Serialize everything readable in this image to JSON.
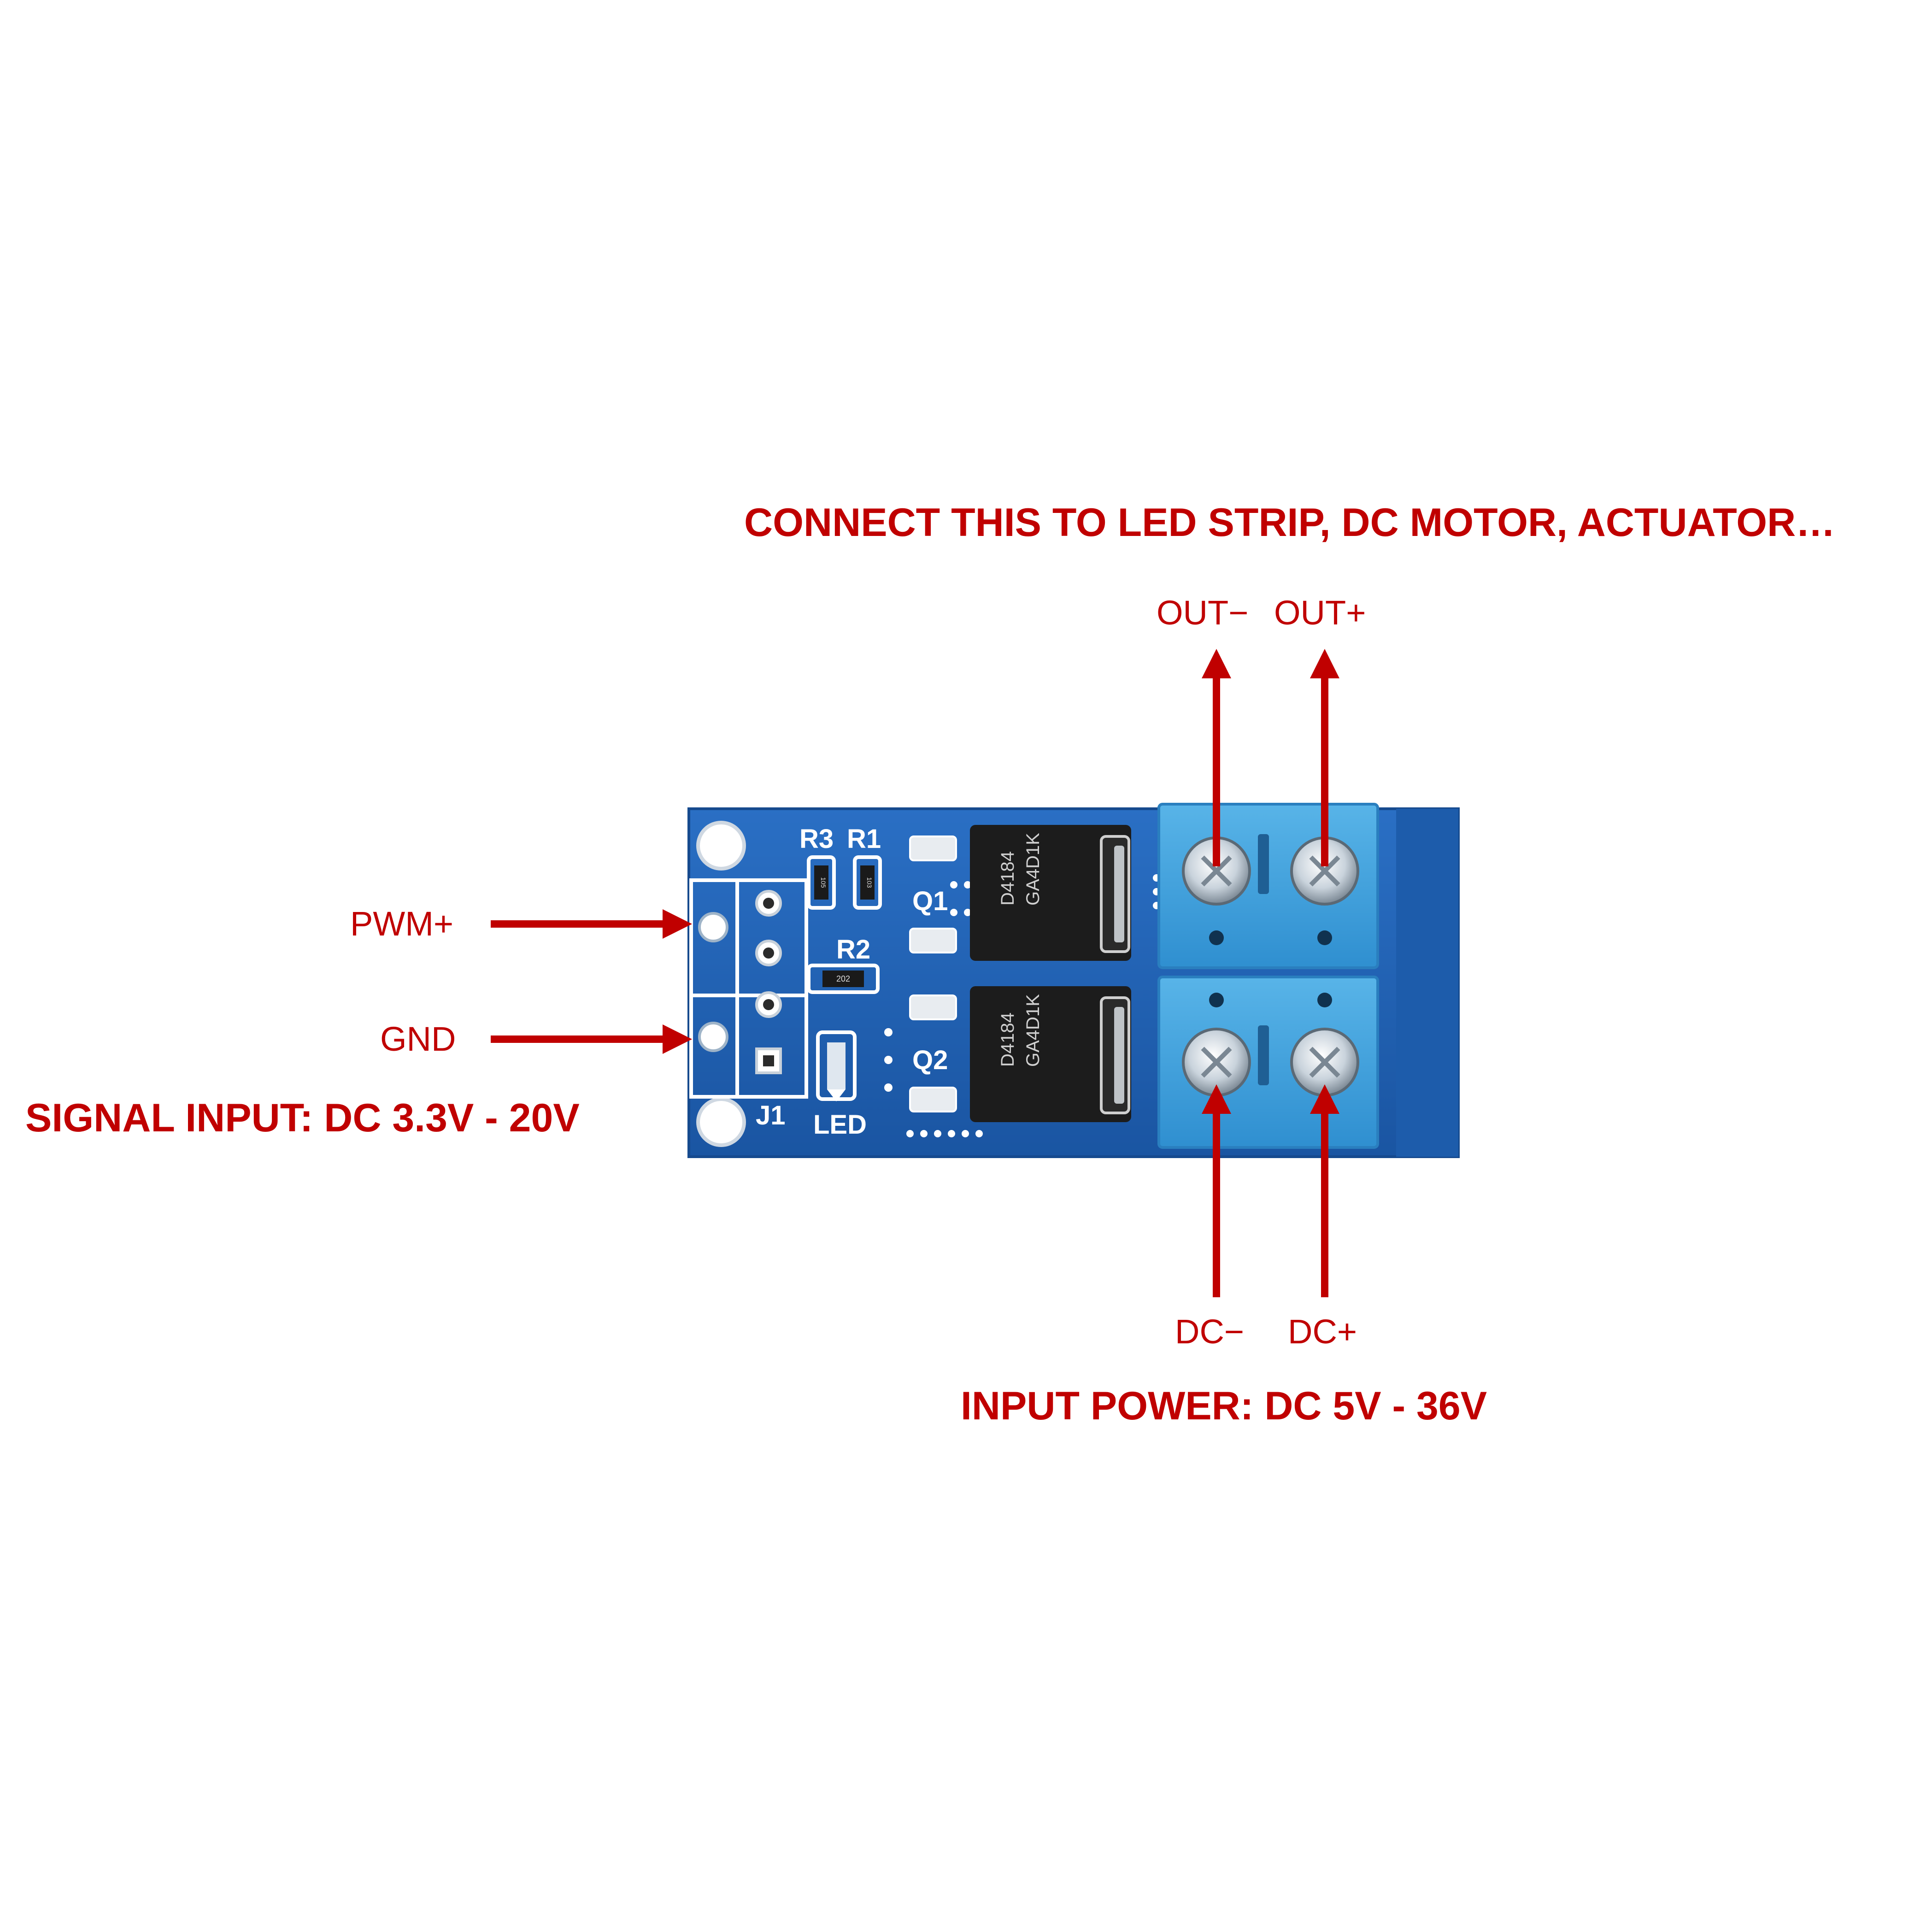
{
  "colors": {
    "annotation": "#c00000",
    "pcb": "#1f5fb0",
    "pcb_edge": "#164a8e",
    "terminal_block": "#3ea2db",
    "mosfet": "#1c1c1c",
    "silkscreen": "#ffffff",
    "background": "#ffffff"
  },
  "headings": {
    "load": "CONNECT THIS TO LED STRIP, DC MOTOR, ACTUATOR…",
    "signal": "SIGNAL INPUT: DC 3.3V - 20V",
    "power": "INPUT POWER: DC 5V - 36V"
  },
  "pins": {
    "out_minus": "OUT−",
    "out_plus": "OUT+",
    "pwm_plus": "PWM+",
    "gnd": "GND",
    "dc_minus": "DC−",
    "dc_plus": "DC+"
  },
  "board": {
    "silkscreen": {
      "r3": "R3",
      "r1": "R1",
      "r2": "R2",
      "q1": "Q1",
      "q2": "Q2",
      "j1": "J1",
      "led": "LED"
    },
    "mosfet_marking": [
      "D4184",
      "GA4D1K"
    ],
    "resistor_codes": [
      "105",
      "103",
      "202"
    ]
  }
}
